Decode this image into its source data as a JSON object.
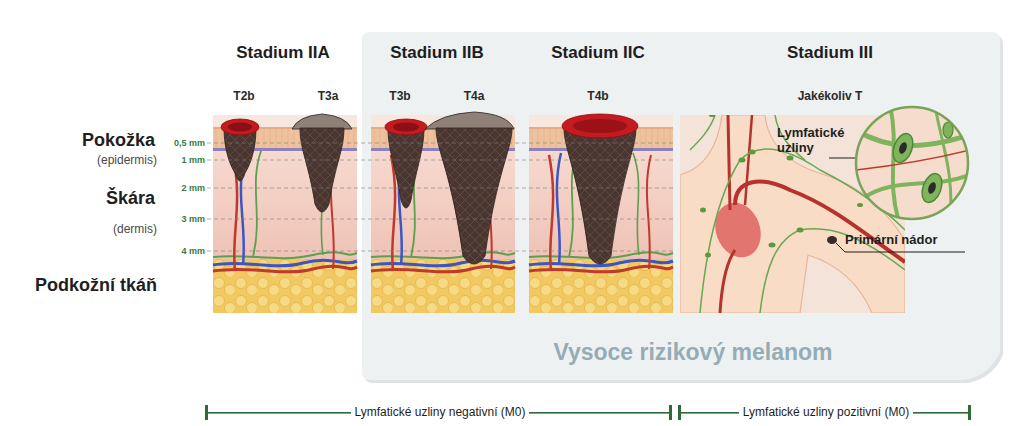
{
  "diagram": {
    "nodes": [
      {
        "text": [
          "Vysoce rizikový melanom"
        ]
      }
    ],
    "labels": [
      "Stadium IIA",
      "Stadium IIB",
      "Stadium IIC",
      "Stadium III",
      "T2b",
      "T3a",
      "T3b",
      "T4a",
      "T4b",
      "Jakékoliv T",
      "Lymfatické uzliny",
      "Pokožka",
      "0,5 mm",
      "1 mm",
      "(epidermis)",
      "2 mm",
      "Škára",
      "3 mm",
      "(dermis)",
      "4 mm",
      "Primární nádor",
      "Podkožní tkáň",
      "Lymfatické uzliny negativní (M0)",
      "Lymfatické uzliny pozitivní (M0)"
    ]
  }
}
